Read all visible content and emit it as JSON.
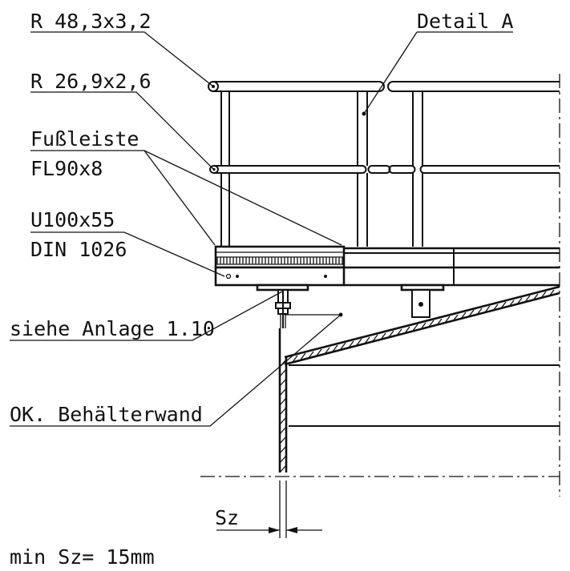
{
  "labels": {
    "handrail": "R 48,3x3,2",
    "detail": "Detail A",
    "knee_rail": "R 26,9x2,6",
    "toe_board_name": "Fußleiste",
    "toe_board_size": "FL90x8",
    "channel_profile": "U100x55",
    "channel_standard": "DIN 1026",
    "anchor_ref": "siehe Anlage 1.10",
    "tank_wall": "OK. Behälterwand",
    "gap_symbol": "Sz",
    "min_gap_note": "min Sz= 15mm"
  },
  "colors": {
    "line": "#111111",
    "paper": "#ffffff"
  }
}
